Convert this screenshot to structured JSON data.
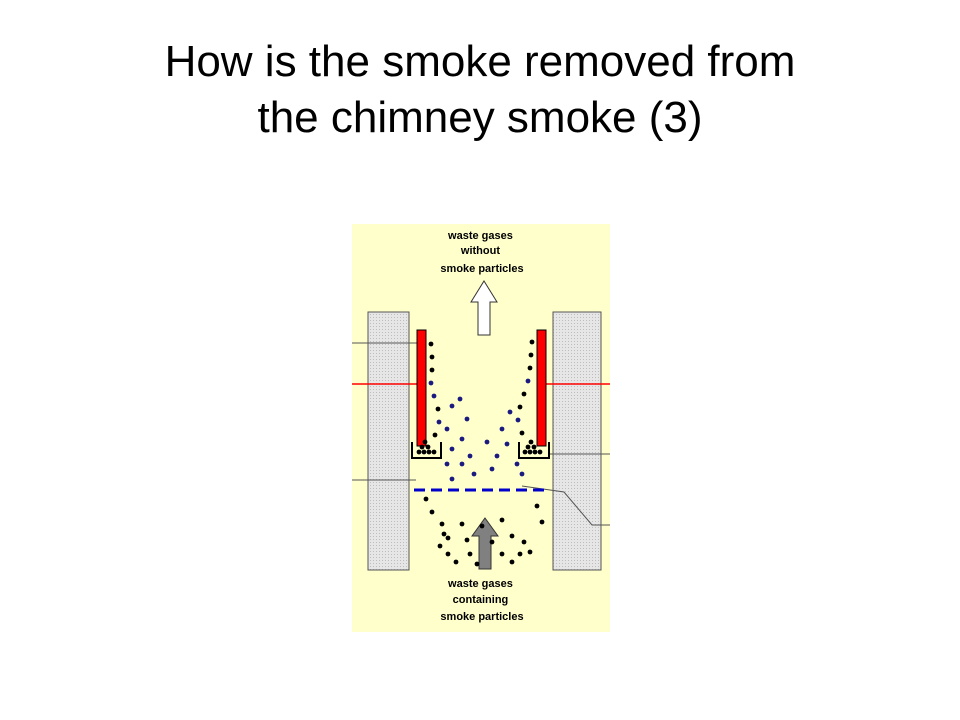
{
  "slide": {
    "title_line1": "How is the smoke removed from",
    "title_line2": "the chimney smoke (3)"
  },
  "diagram": {
    "top_label": [
      "waste gases",
      "without",
      "smoke particles"
    ],
    "bottom_label": [
      "waste gases",
      "containing",
      "smoke particles"
    ],
    "colors": {
      "background": "#ffffcc",
      "plate": "#ff0000",
      "grid": "#0000cc",
      "particle_blue": "#1a1a80",
      "particle_black": "#000000",
      "wall": "#e4e4e4",
      "outlet_arrow": "#ffffff",
      "inlet_arrow": "#808080"
    },
    "icons": [
      "arrow-up-icon",
      "arrow-up-icon"
    ]
  }
}
